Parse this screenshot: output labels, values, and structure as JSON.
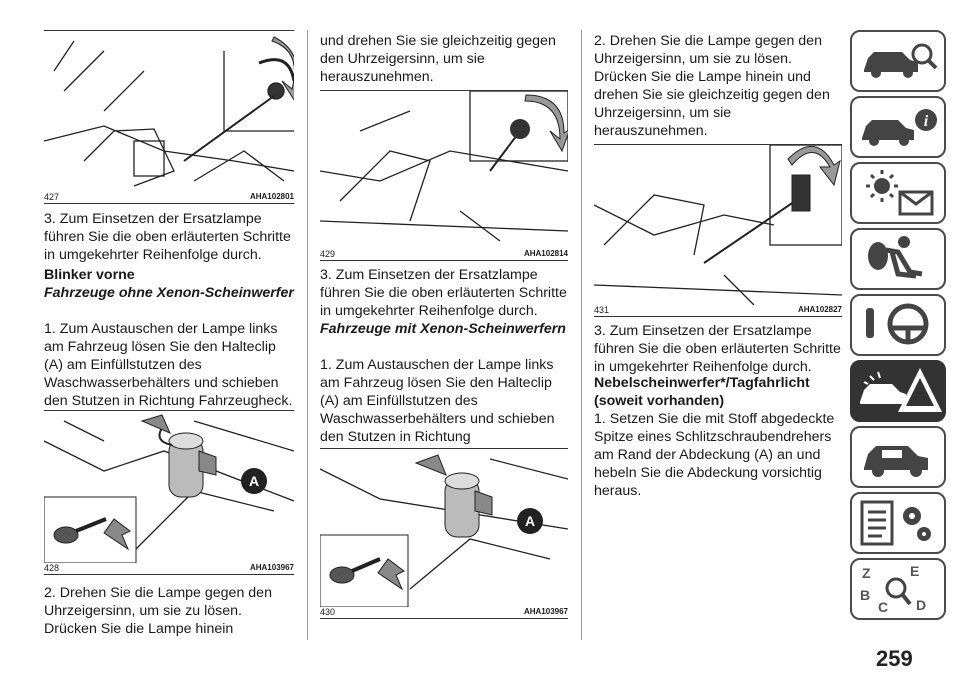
{
  "col1": {
    "fig427": {
      "num": "427",
      "code": "AHA102801"
    },
    "p1": "3. Zum Einsetzen der Ersatzlampe führen Sie die oben erläuterten Schritte in umgekehrter Reihenfolge durch.",
    "h1": "Blinker vorne",
    "h2": "Fahrzeuge ohne Xenon-Scheinwerfer",
    "p2": "1. Zum Austauschen der Lampe links am Fahrzeug lösen Sie den Halteclip (A) am Einfüllstutzen des Waschwasserbehälters und schieben den Stutzen in Richtung Fahrzeugheck.",
    "fig428": {
      "num": "428",
      "code": "AHA103967",
      "callout": "A"
    },
    "p3": "2. Drehen Sie die Lampe gegen den Uhrzeigersinn, um sie zu lösen. Drücken Sie die Lampe hinein"
  },
  "col2": {
    "p1": "und drehen Sie sie gleichzeitig gegen den Uhrzeigersinn, um sie herauszunehmen.",
    "fig429": {
      "num": "429",
      "code": "AHA102814"
    },
    "p2": "3. Zum Einsetzen der Ersatzlampe führen Sie die oben erläuterten Schritte in umgekehrter Reihenfolge durch.",
    "h1": "Fahrzeuge mit Xenon-Scheinwerfern",
    "p3": "1. Zum Austauschen der Lampe links am Fahrzeug lösen Sie den Halteclip (A) am Einfüllstutzen des Waschwasserbehälters und schieben den Stutzen in Richtung Fahrzeugheck.",
    "fig430": {
      "num": "430",
      "code": "AHA103967",
      "callout": "A"
    }
  },
  "col3": {
    "p1": "2. Drehen Sie die Lampe gegen den Uhrzeigersinn, um sie zu lösen. Drücken Sie die Lampe hinein und drehen Sie sie gleichzeitig gegen den Uhrzeigersinn, um sie herauszunehmen.",
    "fig431": {
      "num": "431",
      "code": "AHA102827"
    },
    "p2": "3. Zum Einsetzen der Ersatzlampe führen Sie die oben erläuterten Schritte in umgekehrter Reihenfolge durch.",
    "h1": "Nebelscheinwerfer*/Tagfahrlicht (soweit vorhanden)",
    "p3": "1. Setzen Sie die mit Stoff abgedeckte Spitze eines Schlitzschraubendrehers am Rand der Abdeckung (A) an und hebeln Sie die Abdeckung vorsichtig heraus."
  },
  "tabs": [
    {
      "icon": "car-search-icon",
      "active": false
    },
    {
      "icon": "car-info-icon",
      "active": false
    },
    {
      "icon": "warning-lights-icon",
      "active": false
    },
    {
      "icon": "airbag-seat-icon",
      "active": false
    },
    {
      "icon": "key-steering-icon",
      "active": false
    },
    {
      "icon": "car-breakdown-warning-icon",
      "active": true
    },
    {
      "icon": "car-service-icon",
      "active": false
    },
    {
      "icon": "specifications-gear-icon",
      "active": false
    },
    {
      "icon": "alphabetical-index-icon",
      "active": false
    }
  ],
  "index_letters": [
    "Z",
    "E",
    "B",
    "C",
    "D"
  ],
  "page_number": "259"
}
